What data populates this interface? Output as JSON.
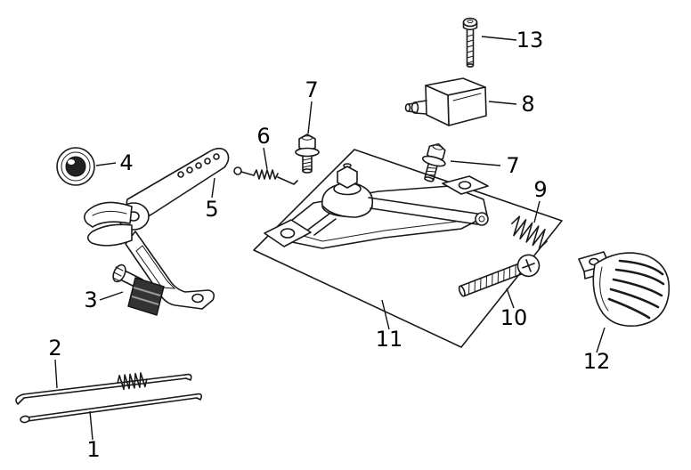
{
  "figure": {
    "kind": "exploded-parts-diagram",
    "background_color": "#ffffff",
    "line_color": "#1a1a1a",
    "label_color": "#000000",
    "callouts": [
      {
        "id": "callout-1",
        "label": "1"
      },
      {
        "id": "callout-2",
        "label": "2"
      },
      {
        "id": "callout-3",
        "label": "3"
      },
      {
        "id": "callout-4",
        "label": "4"
      },
      {
        "id": "callout-5",
        "label": "5"
      },
      {
        "id": "callout-6",
        "label": "6"
      },
      {
        "id": "callout-7-upper",
        "label": "7"
      },
      {
        "id": "callout-7-lower",
        "label": "7"
      },
      {
        "id": "callout-8",
        "label": "8"
      },
      {
        "id": "callout-9",
        "label": "9"
      },
      {
        "id": "callout-10",
        "label": "10"
      },
      {
        "id": "callout-11",
        "label": "11"
      },
      {
        "id": "callout-12",
        "label": "12"
      },
      {
        "id": "callout-13",
        "label": "13"
      }
    ]
  }
}
